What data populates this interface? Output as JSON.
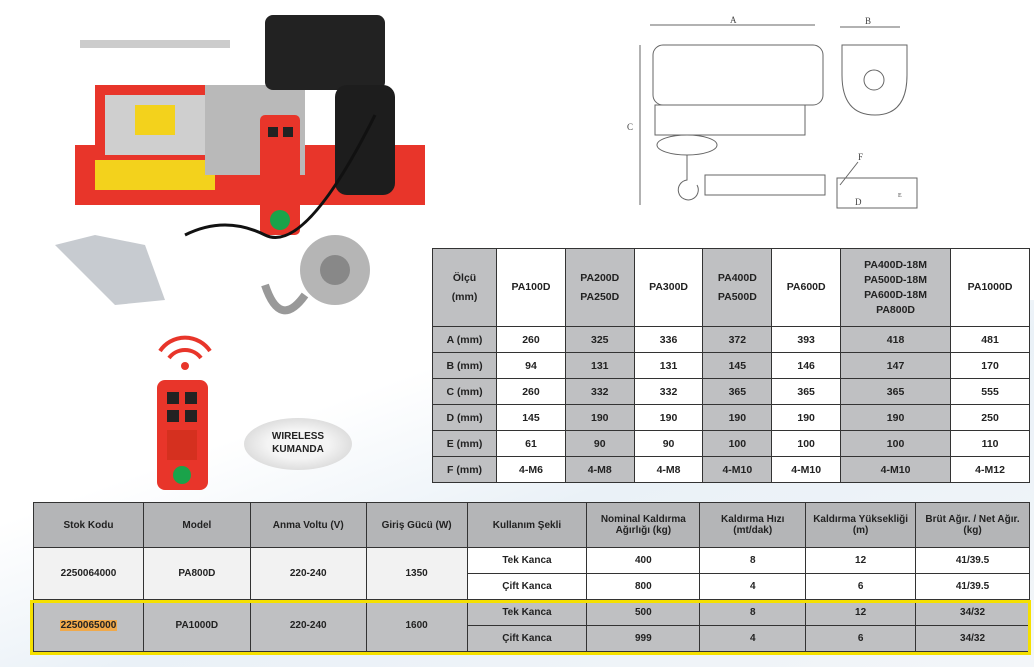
{
  "diagram": {
    "labels": [
      "A",
      "B",
      "C",
      "D",
      "E",
      "F"
    ]
  },
  "wireless_badge": {
    "line1": "WIRELESS",
    "line2": "KUMANDA"
  },
  "dimensions_table": {
    "header_label": [
      "Ölçü",
      "(mm)"
    ],
    "models": [
      [
        "PA100D"
      ],
      [
        "PA200D",
        "PA250D"
      ],
      [
        "PA300D"
      ],
      [
        "PA400D",
        "PA500D"
      ],
      [
        "PA600D"
      ],
      [
        "PA400D-18M",
        "PA500D-18M",
        "PA600D-18M",
        "PA800D"
      ],
      [
        "PA1000D"
      ]
    ],
    "rows": [
      {
        "label": "A (mm)",
        "values": [
          "260",
          "325",
          "336",
          "372",
          "393",
          "418",
          "481"
        ]
      },
      {
        "label": "B (mm)",
        "values": [
          "94",
          "131",
          "131",
          "145",
          "146",
          "147",
          "170"
        ]
      },
      {
        "label": "C (mm)",
        "values": [
          "260",
          "332",
          "332",
          "365",
          "365",
          "365",
          "555"
        ]
      },
      {
        "label": "D (mm)",
        "values": [
          "145",
          "190",
          "190",
          "190",
          "190",
          "190",
          "250"
        ]
      },
      {
        "label": "E (mm)",
        "values": [
          "61",
          "90",
          "90",
          "100",
          "100",
          "100",
          "110"
        ]
      },
      {
        "label": "F (mm)",
        "values": [
          "4-M6",
          "4-M8",
          "4-M8",
          "4-M10",
          "4-M10",
          "4-M10",
          "4-M12"
        ]
      }
    ]
  },
  "spec_table": {
    "headers": [
      "Stok Kodu",
      "Model",
      "Anma Voltu (V)",
      "Giriş Gücü (W)",
      "Kullanım Şekli",
      "Nominal Kaldırma Ağırlığı (kg)",
      "Kaldırma Hızı (mt/dak)",
      "Kaldırma Yüksekliği (m)",
      "Brüt Ağır. / Net Ağır. (kg)"
    ],
    "products": [
      {
        "stock": "2250064000",
        "model": "PA800D",
        "voltage": "220-240",
        "power": "1350",
        "modes": [
          {
            "use": "Tek Kanca",
            "load": "400",
            "speed": "8",
            "height": "12",
            "weight": "41/39.5"
          },
          {
            "use": "Çift Kanca",
            "load": "800",
            "speed": "4",
            "height": "6",
            "weight": "41/39.5"
          }
        ]
      },
      {
        "stock": "2250065000",
        "model": "PA1000D",
        "voltage": "220-240",
        "power": "1600",
        "modes": [
          {
            "use": "Tek Kanca",
            "load": "500",
            "speed": "8",
            "height": "12",
            "weight": "34/32"
          },
          {
            "use": "Çift Kanca",
            "load": "999",
            "speed": "4",
            "height": "6",
            "weight": "34/32"
          }
        ]
      }
    ]
  }
}
